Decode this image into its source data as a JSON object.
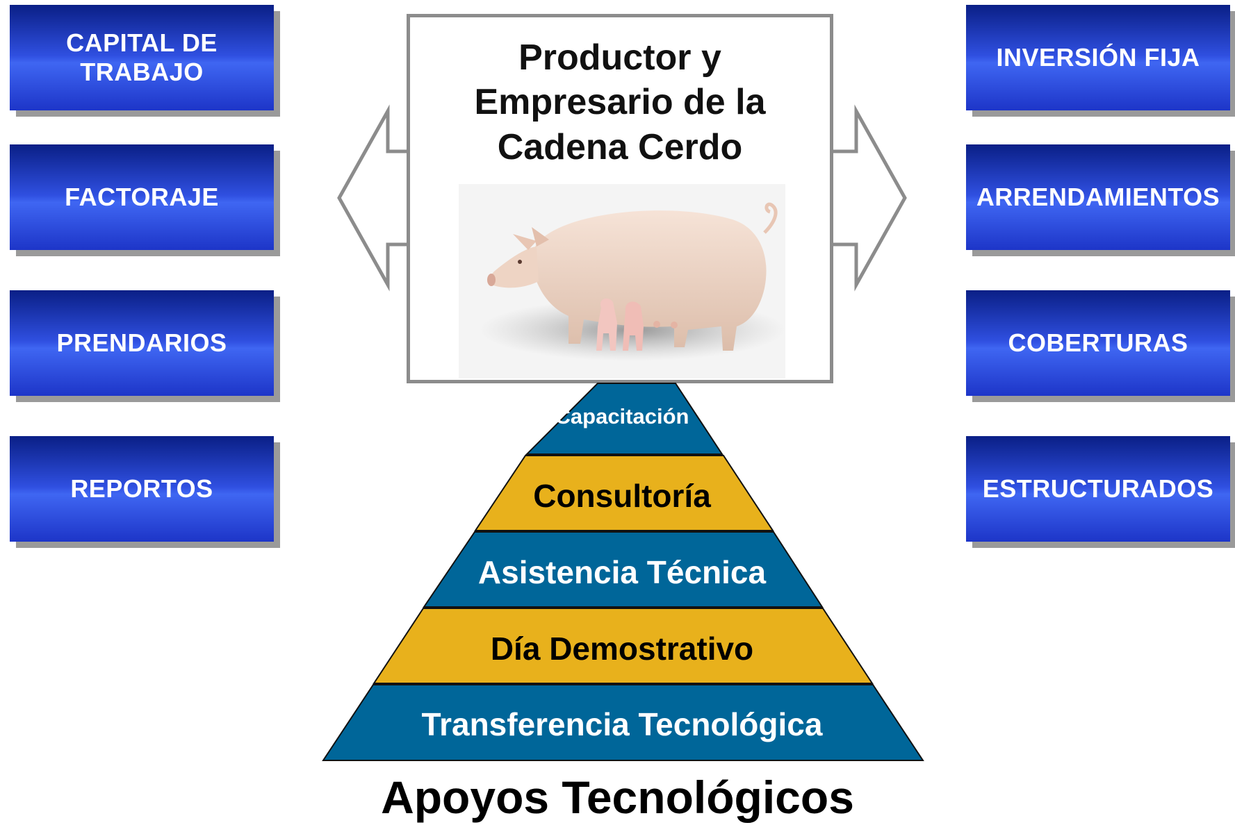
{
  "left_buttons": [
    {
      "label": "CAPITAL DE\nTRABAJO"
    },
    {
      "label": "FACTORAJE"
    },
    {
      "label": "PRENDARIOS"
    },
    {
      "label": "REPORTOS"
    }
  ],
  "right_buttons": [
    {
      "label": "INVERSIÓN FIJA"
    },
    {
      "label": "ARRENDAMIENTOS"
    },
    {
      "label": "COBERTURAS"
    },
    {
      "label": "ESTRUCTURADOS"
    }
  ],
  "center": {
    "title": "Productor y\nEmpresario de la\nCadena Cerdo",
    "image": "pig-with-piglets-image"
  },
  "pyramid": {
    "levels": [
      {
        "label": "Capacitación",
        "color": "#006699",
        "text_color": "#ffffff"
      },
      {
        "label": "Consultoría",
        "color": "#E8B11C",
        "text_color": "#000000"
      },
      {
        "label": "Asistencia Técnica",
        "color": "#006699",
        "text_color": "#ffffff"
      },
      {
        "label": "Día Demostrativo",
        "color": "#E8B11C",
        "text_color": "#000000"
      },
      {
        "label": "Transferencia Tecnológica",
        "color": "#006699",
        "text_color": "#ffffff"
      }
    ]
  },
  "footer": {
    "title": "Apoyos Tecnológicos"
  },
  "colors": {
    "button_blue": "#2f4fe0",
    "border_gray": "#8c8c8c"
  }
}
